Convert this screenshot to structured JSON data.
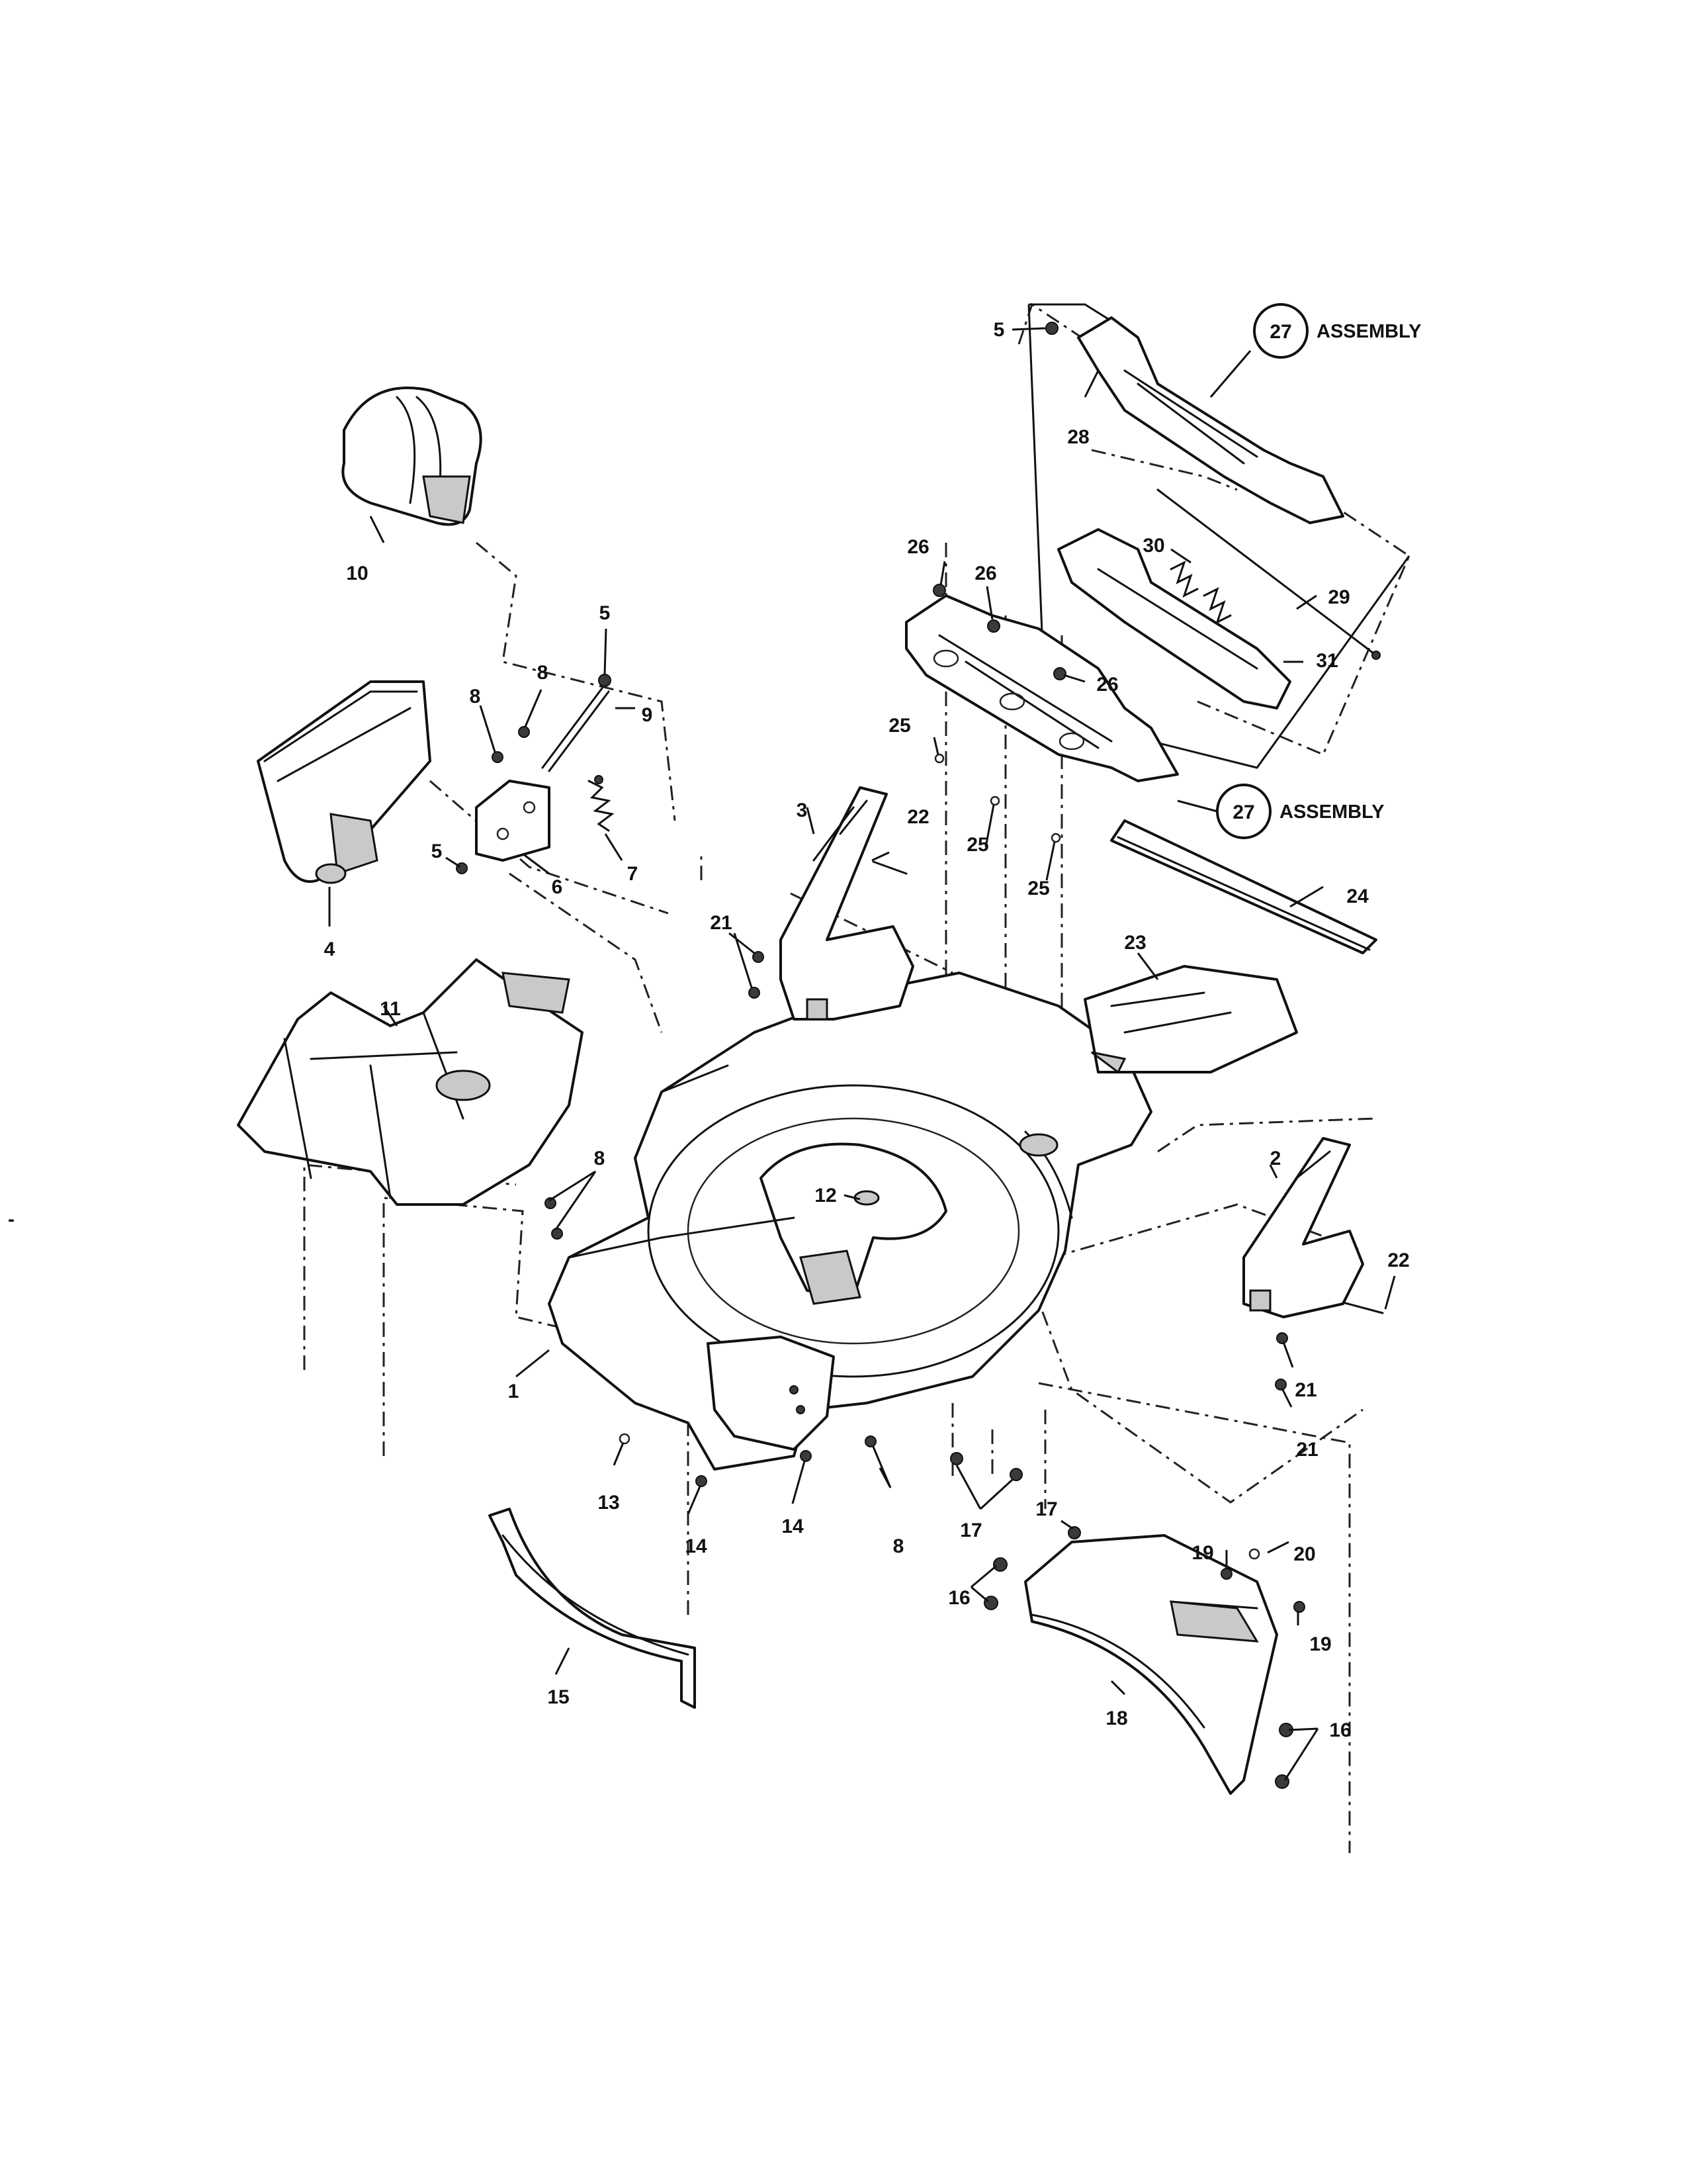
{
  "callouts": {
    "c1": "1",
    "c2": "2",
    "c3": "3",
    "c4": "4",
    "c5a": "5",
    "c5b": "5",
    "c5c": "5",
    "c6": "6",
    "c7": "7",
    "c8a": "8",
    "c8b": "8",
    "c8c": "8",
    "c8d": "8",
    "c9": "9",
    "c10": "10",
    "c11": "11",
    "c12": "12",
    "c13": "13",
    "c14a": "14",
    "c14b": "14",
    "c15": "15",
    "c16a": "16",
    "c16b": "16",
    "c17a": "17",
    "c17b": "17",
    "c18": "18",
    "c19a": "19",
    "c19b": "19",
    "c20": "20",
    "c21a": "21",
    "c21b": "21",
    "c21c": "21",
    "c22a": "22",
    "c22b": "22",
    "c23": "23",
    "c24": "24",
    "c25a": "25",
    "c25b": "25",
    "c25c": "25",
    "c26a": "26",
    "c26b": "26",
    "c26c": "26",
    "c28": "28",
    "c29": "29",
    "c30": "30",
    "c31": "31"
  },
  "assemblies": [
    {
      "number": "27",
      "label": "ASSEMBLY"
    },
    {
      "number": "27",
      "label": "ASSEMBLY"
    }
  ],
  "margin_mark": "-"
}
